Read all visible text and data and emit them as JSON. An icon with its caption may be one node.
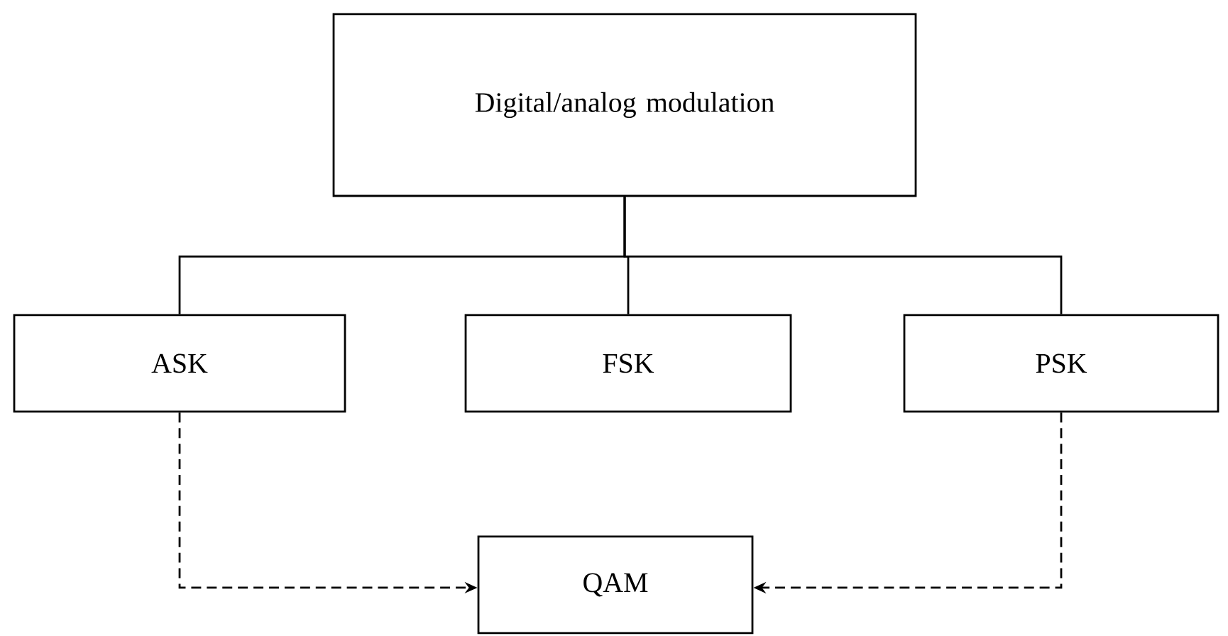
{
  "diagram": {
    "nodes": [
      {
        "text": [
          "Digital/analog modulation"
        ]
      },
      {
        "text": [
          "ASK"
        ]
      },
      {
        "text": [
          "FSK"
        ]
      },
      {
        "text": [
          "PSK"
        ]
      },
      {
        "text": [
          "QAM"
        ]
      }
    ],
    "edges": [
      {
        "from": 0,
        "to": 1,
        "arrow": "none"
      },
      {
        "from": 0,
        "to": 2,
        "arrow": "none"
      },
      {
        "from": 0,
        "to": 3,
        "arrow": "none"
      },
      {
        "from": 1,
        "to": 4,
        "arrow": "to",
        "style": "dashed"
      },
      {
        "from": 3,
        "to": 4,
        "arrow": "to",
        "style": "dashed"
      }
    ]
  }
}
